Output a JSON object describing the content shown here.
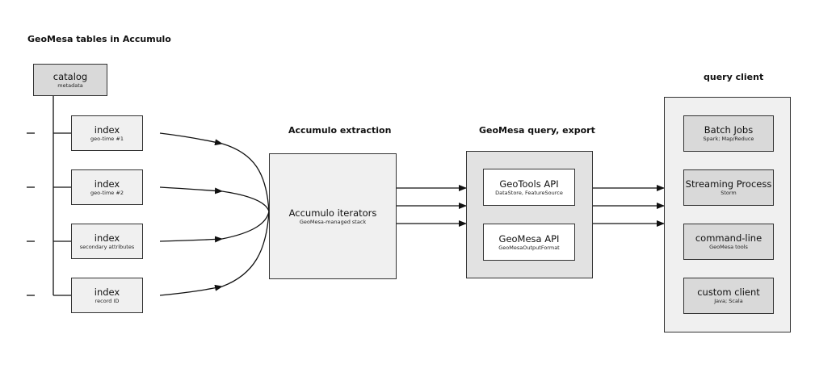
{
  "titles": {
    "tables": "GeoMesa tables in Accumulo",
    "extraction": "Accumulo extraction",
    "query": "GeoMesa query, export",
    "client": "query client"
  },
  "catalog": {
    "title": "catalog",
    "subtitle": "metadata"
  },
  "indexes": [
    {
      "title": "index",
      "subtitle": "geo-time #1"
    },
    {
      "title": "index",
      "subtitle": "geo-time #2"
    },
    {
      "title": "index",
      "subtitle": "secondary attributes"
    },
    {
      "title": "index",
      "subtitle": "record ID"
    }
  ],
  "iterators": {
    "title": "Accumulo iterators",
    "subtitle": "GeoMesa-managed stack"
  },
  "apis": [
    {
      "title": "GeoTools API",
      "subtitle": "DataStore, FeatureSource"
    },
    {
      "title": "GeoMesa API",
      "subtitle": "GeoMesaOutputFormat"
    }
  ],
  "clients": [
    {
      "title": "Batch Jobs",
      "subtitle": "Spark; Map/Reduce"
    },
    {
      "title": "Streaming Process",
      "subtitle": "Storm"
    },
    {
      "title": "command-line",
      "subtitle": "GeoMesa tools"
    },
    {
      "title": "custom client",
      "subtitle": "Java; Scala"
    }
  ],
  "colors": {
    "line": "#111111",
    "border": "#333333"
  }
}
